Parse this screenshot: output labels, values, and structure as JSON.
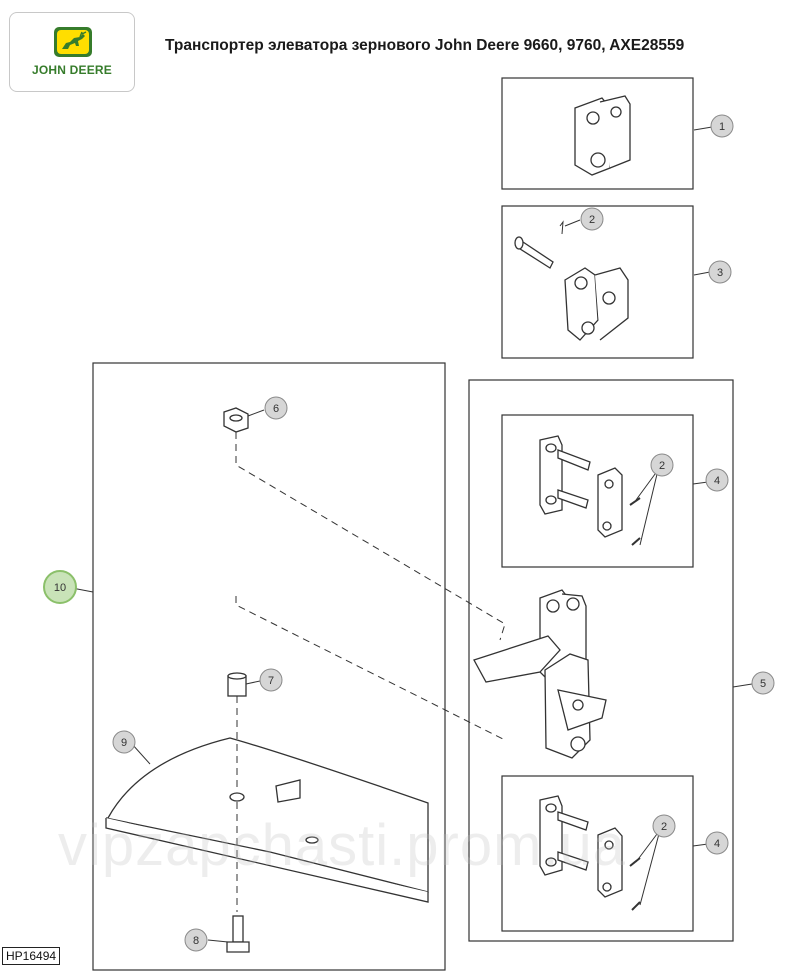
{
  "header": {
    "logo_text": "JOHN DEERE",
    "title": "Транспортер элеватора зернового John Deere 9660, 9760, AXE28559"
  },
  "diagram": {
    "reference_code": "HP16494",
    "watermark": "vipzapchasti.prom.ua",
    "callouts": {
      "c1": "1",
      "c2a": "2",
      "c3": "3",
      "c2b": "2",
      "c4a": "4",
      "c6": "6",
      "c10": "10",
      "c7": "7",
      "c5": "5",
      "c9": "9",
      "c2c": "2",
      "c4b": "4",
      "c8": "8"
    },
    "colors": {
      "brand_green": "#367c2b",
      "brand_yellow": "#ffde00",
      "callout_fill": "#d6d6d6",
      "highlight_callout_fill": "#c9e3b8",
      "highlight_callout_stroke": "#8bc06a"
    }
  }
}
